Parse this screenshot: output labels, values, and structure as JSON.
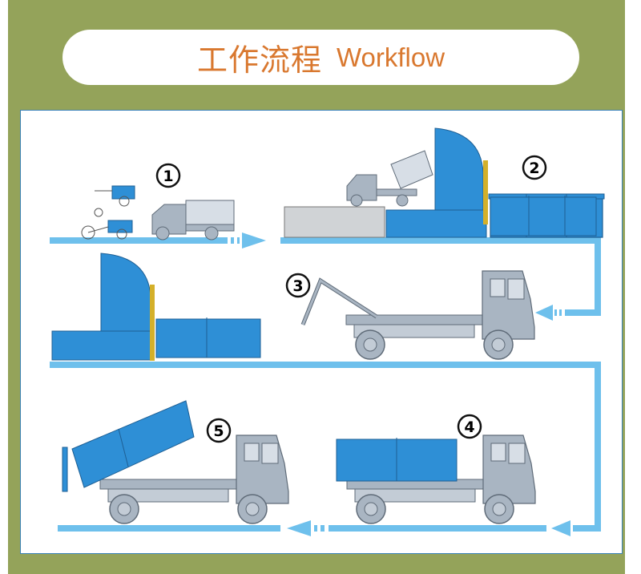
{
  "header": {
    "title_cn": "工作流程",
    "title_en": "Workflow"
  },
  "steps": [
    {
      "number": "1"
    },
    {
      "number": "2"
    },
    {
      "number": "3"
    },
    {
      "number": "4"
    },
    {
      "number": "5"
    }
  ],
  "colors": {
    "background": "#94a35a",
    "title": "#d9782f",
    "flow": "#6ec0ec",
    "container": "#2e8fd6",
    "truck": "#a9b5c2"
  }
}
